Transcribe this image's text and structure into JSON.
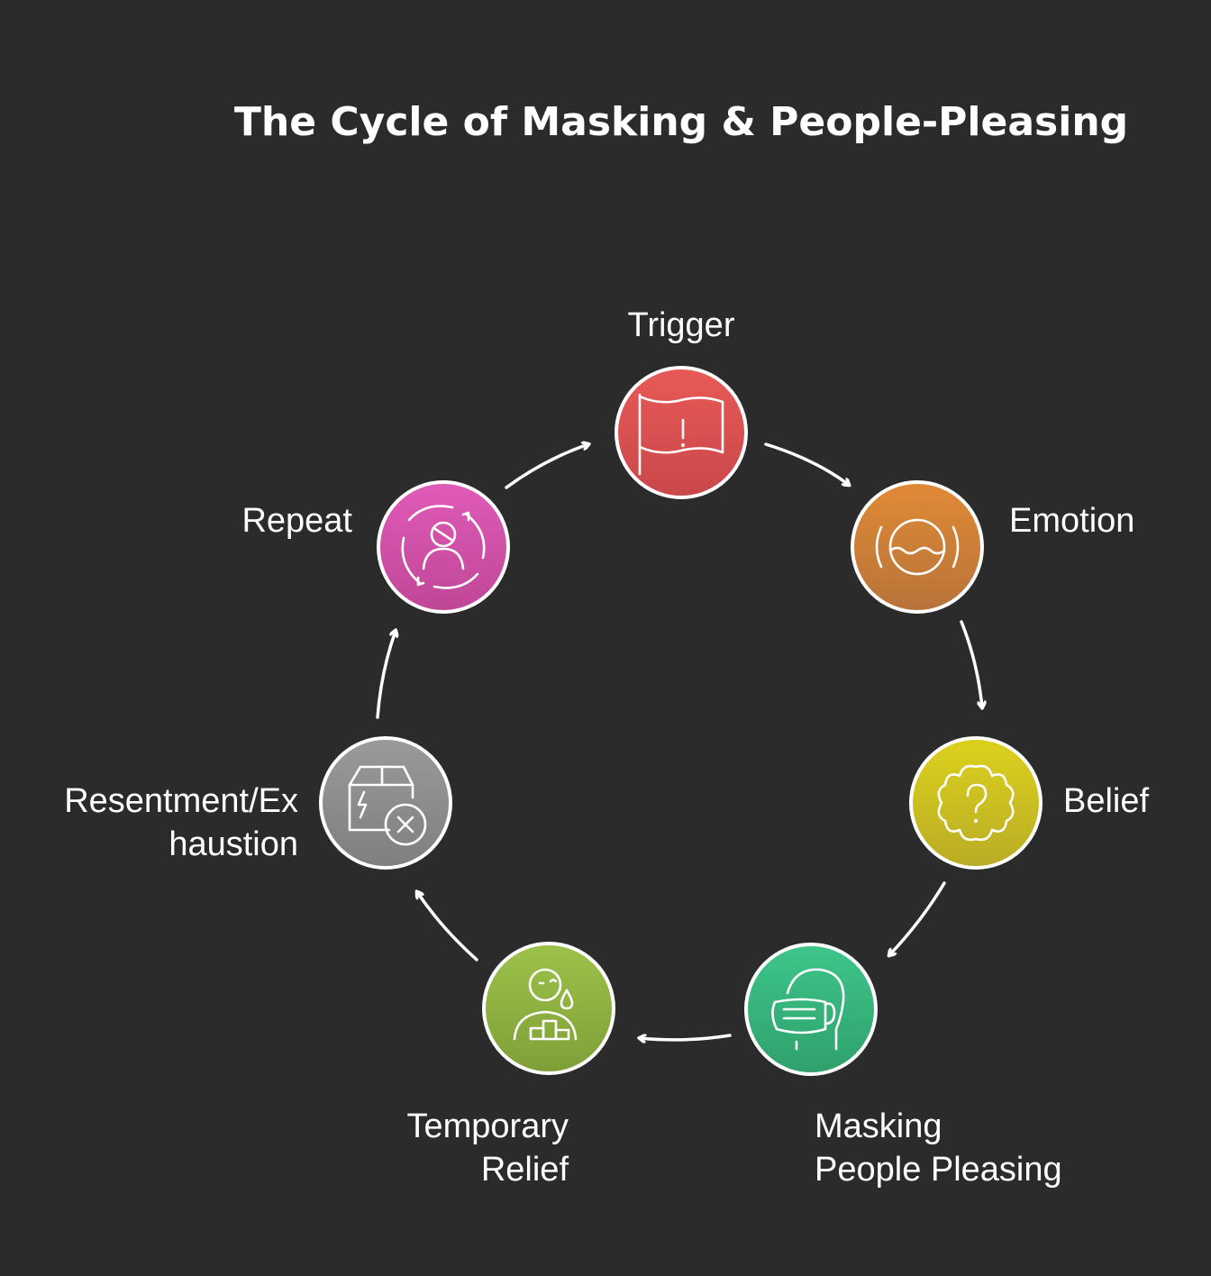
{
  "title": "The Cycle of Masking & People-Pleasing",
  "nodes": [
    {
      "id": "trigger",
      "label_lines": [
        "Trigger"
      ],
      "icon": "flag-exclamation-icon",
      "color_top": "#e85a56",
      "color_bottom": "#c9474a"
    },
    {
      "id": "emotion",
      "label_lines": [
        "Emotion"
      ],
      "icon": "water-level-icon",
      "color_top": "#e08a35",
      "color_bottom": "#b8733a"
    },
    {
      "id": "belief",
      "label_lines": [
        "Belief"
      ],
      "icon": "question-cloud-icon",
      "color_top": "#ddd11d",
      "color_bottom": "#b9ac26"
    },
    {
      "id": "masking",
      "label_lines": [
        "Masking",
        "People Pleasing"
      ],
      "icon": "face-mask-icon",
      "color_top": "#3ec689",
      "color_bottom": "#2fa06d"
    },
    {
      "id": "relief",
      "label_lines": [
        "Temporary",
        "Relief"
      ],
      "icon": "person-tear-icon",
      "color_top": "#9dc24a",
      "color_bottom": "#7e9f37"
    },
    {
      "id": "resentment",
      "label_lines": [
        "Resentment/Ex",
        "haustion"
      ],
      "icon": "broken-box-icon",
      "color_top": "#9a9a9a",
      "color_bottom": "#7f7f7f"
    },
    {
      "id": "repeat",
      "label_lines": [
        "Repeat"
      ],
      "icon": "person-cycle-icon",
      "color_top": "#e05bb8",
      "color_bottom": "#bf4697"
    }
  ]
}
